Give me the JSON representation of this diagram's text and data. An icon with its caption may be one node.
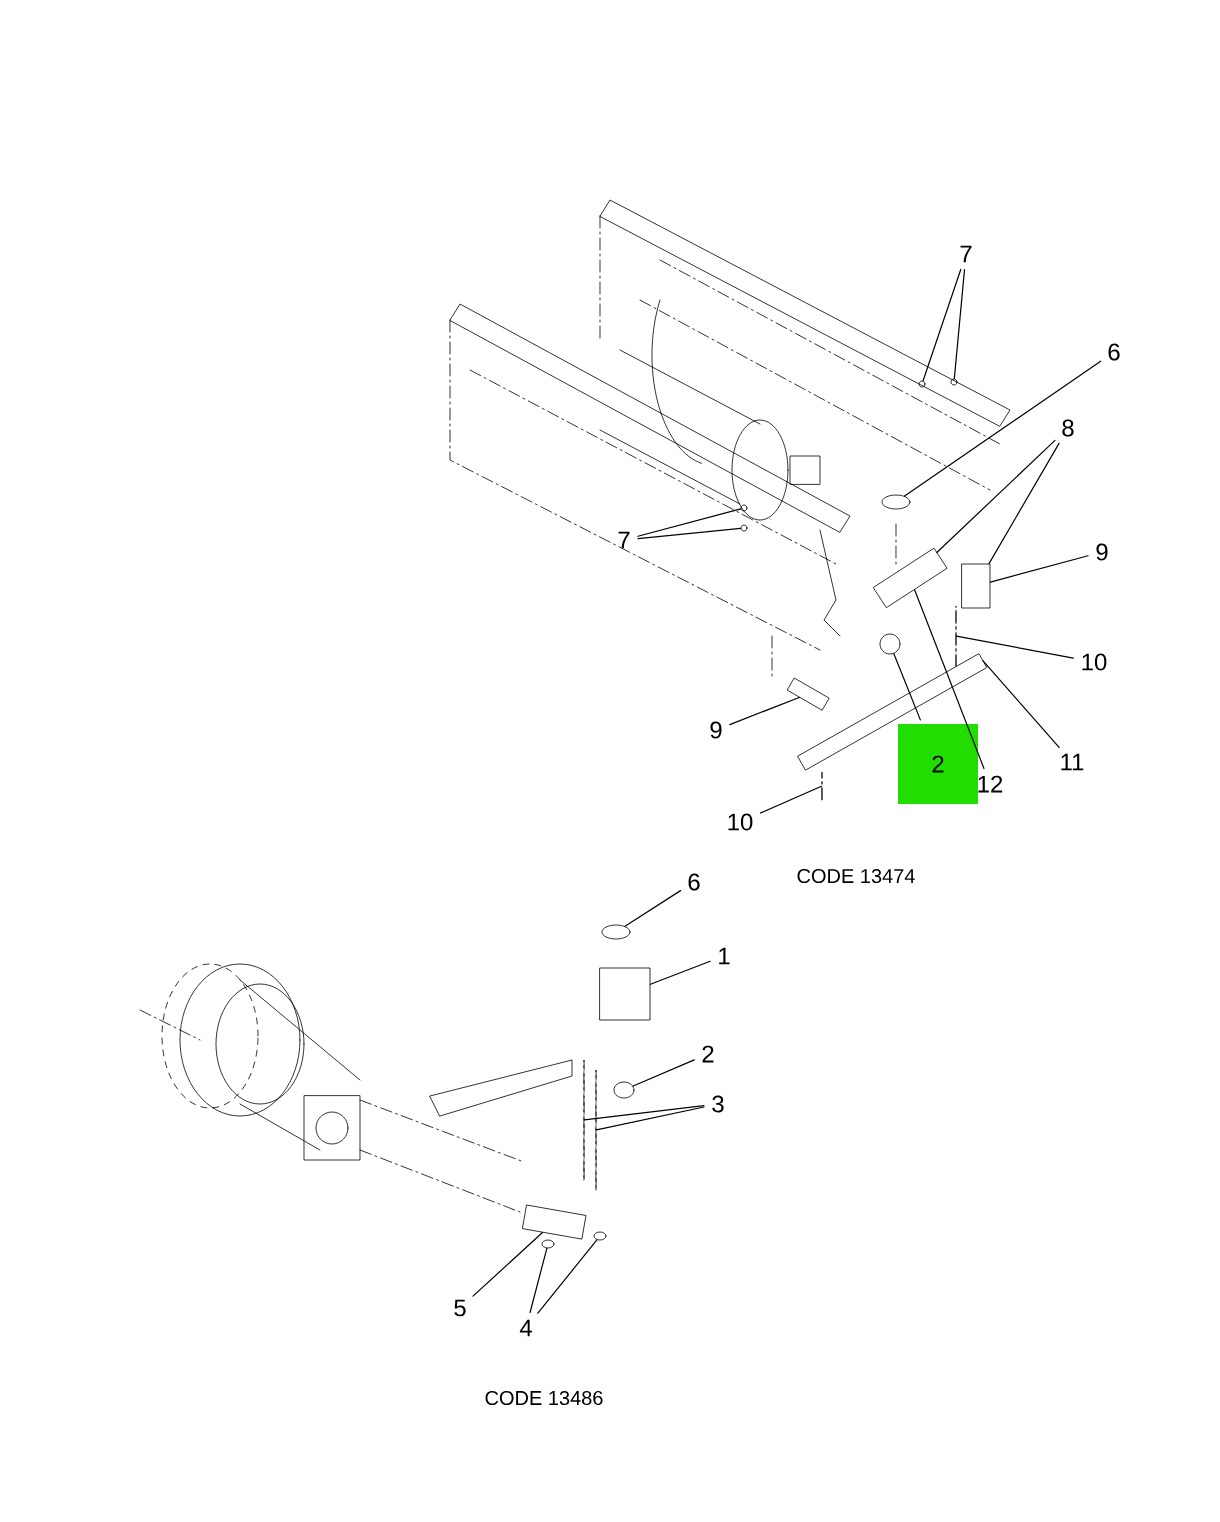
{
  "diagram": {
    "nodes": [
      {
        "text": [
          "7"
        ]
      },
      {
        "text": [
          "6"
        ]
      },
      {
        "text": [
          "8"
        ]
      },
      {
        "text": [
          "7"
        ]
      },
      {
        "text": [
          "9"
        ]
      },
      {
        "text": [
          "10"
        ]
      },
      {
        "text": [
          "9"
        ]
      },
      {
        "text": [
          "2"
        ]
      },
      {
        "text": [
          "12"
        ]
      },
      {
        "text": [
          "11"
        ]
      },
      {
        "text": [
          "10"
        ]
      },
      {
        "text": [
          "6"
        ]
      },
      {
        "text": [
          "1"
        ]
      },
      {
        "text": [
          "2"
        ]
      },
      {
        "text": [
          "3"
        ]
      },
      {
        "text": [
          "5"
        ]
      },
      {
        "text": [
          "4"
        ]
      },
      {
        "text": [],
        "shape": "circle"
      },
      {
        "text": [],
        "shape": "circle"
      },
      {
        "text": [],
        "shape": "circle"
      },
      {
        "text": [],
        "shape": "box"
      },
      {
        "text": [],
        "shape": "circle"
      },
      {
        "text": [],
        "shape": "circle"
      },
      {
        "text": [],
        "shape": "box"
      },
      {
        "text": [],
        "shape": "bar"
      },
      {
        "text": [],
        "shape": "box"
      },
      {
        "text": [],
        "shape": "circle"
      },
      {
        "text": [],
        "shape": "box"
      },
      {
        "text": [],
        "shape": "bar"
      },
      {
        "text": [],
        "shape": "circle"
      },
      {
        "text": [],
        "shape": "box"
      },
      {
        "text": [],
        "shape": "circle"
      },
      {
        "text": [],
        "shape": "bar"
      },
      {
        "text": [],
        "shape": "bar"
      },
      {
        "text": [],
        "shape": "box"
      },
      {
        "text": [],
        "shape": "circle"
      },
      {
        "text": [],
        "shape": "circle"
      }
    ],
    "edges": [
      {
        "from": 0,
        "to": 17,
        "arrow": "none"
      },
      {
        "from": 0,
        "to": 18,
        "arrow": "none"
      },
      {
        "from": 1,
        "to": 19,
        "arrow": "none"
      },
      {
        "from": 2,
        "to": 20,
        "arrow": "none"
      },
      {
        "from": 2,
        "to": 23,
        "arrow": "none"
      },
      {
        "from": 3,
        "to": 21,
        "arrow": "none"
      },
      {
        "from": 3,
        "to": 22,
        "arrow": "none"
      },
      {
        "from": 4,
        "to": 23,
        "arrow": "none"
      },
      {
        "from": 5,
        "to": 24,
        "arrow": "none"
      },
      {
        "from": 6,
        "to": 25,
        "arrow": "none"
      },
      {
        "from": 7,
        "to": 26,
        "arrow": "none"
      },
      {
        "from": 8,
        "to": 20,
        "arrow": "none"
      },
      {
        "from": 9,
        "to": 27,
        "arrow": "none"
      },
      {
        "from": 10,
        "to": 28,
        "arrow": "none"
      },
      {
        "from": 11,
        "to": 29,
        "arrow": "none"
      },
      {
        "from": 12,
        "to": 30,
        "arrow": "none"
      },
      {
        "from": 13,
        "to": 31,
        "arrow": "none"
      },
      {
        "from": 14,
        "to": 32,
        "arrow": "none"
      },
      {
        "from": 14,
        "to": 33,
        "arrow": "none"
      },
      {
        "from": 15,
        "to": 34,
        "arrow": "none"
      },
      {
        "from": 16,
        "to": 35,
        "arrow": "none"
      },
      {
        "from": 16,
        "to": 36,
        "arrow": "none"
      }
    ],
    "labels": [
      "CODE 13474",
      "CODE 13486"
    ]
  }
}
